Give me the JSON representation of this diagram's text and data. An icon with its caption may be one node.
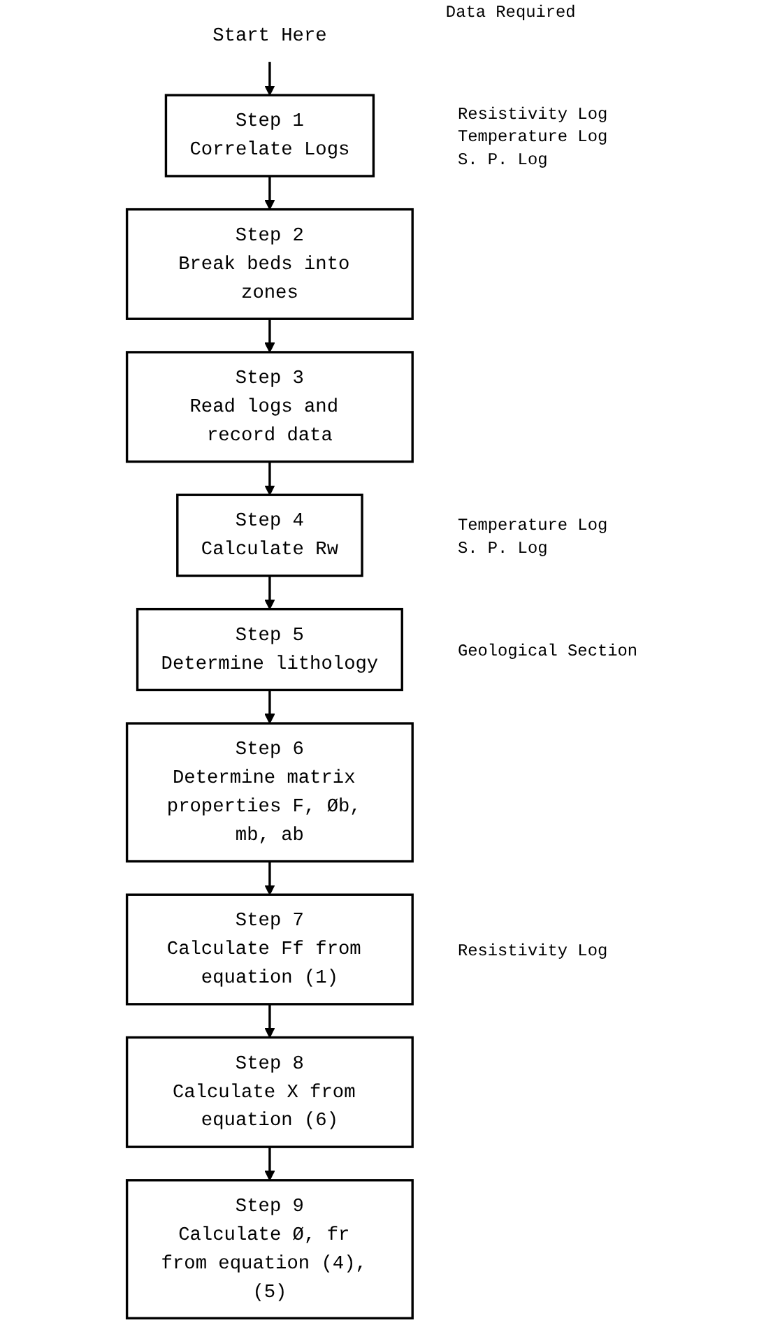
{
  "diagram": {
    "nodes": [
      {
        "text": [
          "Start Here"
        ]
      },
      {
        "text": [
          "Step 1",
          "Correlate Logs"
        ],
        "beside": [
          "Resistivity Log",
          "Temperature Log",
          "S. P. Log"
        ]
      },
      {
        "text": [
          "Step 2",
          "Break beds into zones"
        ]
      },
      {
        "text": [
          "Step 3",
          "Read logs and record data"
        ]
      },
      {
        "text": [
          "Step 4",
          "Calculate Rw"
        ],
        "beside": [
          "Temperature Log",
          "S. P. Log"
        ]
      },
      {
        "text": [
          "Step 5",
          "Determine lithology"
        ],
        "beside": [
          "Geological Section"
        ]
      },
      {
        "text": [
          "Step 6",
          "Determine matrix properties F, Øb, mb, ab"
        ]
      },
      {
        "text": [
          "Step 7",
          "Calculate Ff from equation (1)"
        ],
        "beside": [
          "Resistivity Log"
        ]
      },
      {
        "text": [
          "Step 8",
          "Calculate X from equation (6)"
        ]
      },
      {
        "text": [
          "Step 9",
          "Calculate Ø, fr from equation (4), (5)"
        ]
      }
    ],
    "edges": [
      {
        "from": 0,
        "to": 1,
        "arrow": "to"
      },
      {
        "from": 1,
        "to": 2,
        "arrow": "to"
      },
      {
        "from": 2,
        "to": 3,
        "arrow": "to"
      },
      {
        "from": 3,
        "to": 4,
        "arrow": "to"
      },
      {
        "from": 4,
        "to": 5,
        "arrow": "to"
      },
      {
        "from": 5,
        "to": 6,
        "arrow": "to"
      },
      {
        "from": 6,
        "to": 7,
        "arrow": "to"
      },
      {
        "from": 7,
        "to": 8,
        "arrow": "to"
      },
      {
        "from": 8,
        "to": 9,
        "arrow": "to"
      }
    ],
    "labels": [
      "Data Required"
    ]
  }
}
